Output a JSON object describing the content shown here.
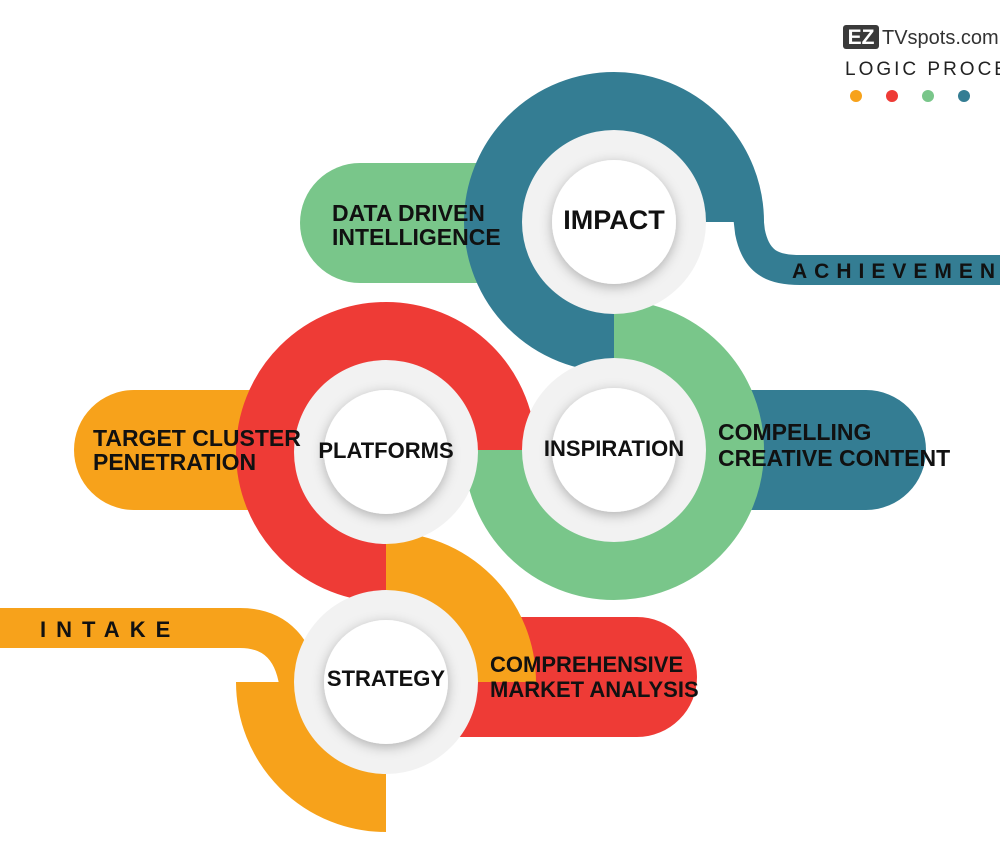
{
  "brand": {
    "logo_letters": "EZ",
    "logo_site": "TVspots.com",
    "subtitle": "LOGIC PROCESS",
    "dot_colors": [
      "#f7a21b",
      "#ee3b36",
      "#79c68a",
      "#347d93"
    ]
  },
  "colors": {
    "orange": "#f7a21b",
    "red": "#ee3b36",
    "green": "#79c68a",
    "teal": "#347d93"
  },
  "labels": {
    "intake": "INTAKE",
    "achievement": "ACHIEVEMENT"
  },
  "steps": [
    {
      "title": "STRATEGY",
      "pill_lines": [
        "COMPREHENSIVE",
        "MARKET ANALYSIS"
      ]
    },
    {
      "title": "PLATFORMS",
      "pill_lines": [
        "TARGET CLUSTER",
        "PENETRATION"
      ]
    },
    {
      "title": "INSPIRATION",
      "pill_lines": [
        "COMPELLING",
        "CREATIVE CONTENT"
      ]
    },
    {
      "title": "IMPACT",
      "pill_lines": [
        "DATA DRIVEN",
        "INTELLIGENCE"
      ]
    }
  ]
}
